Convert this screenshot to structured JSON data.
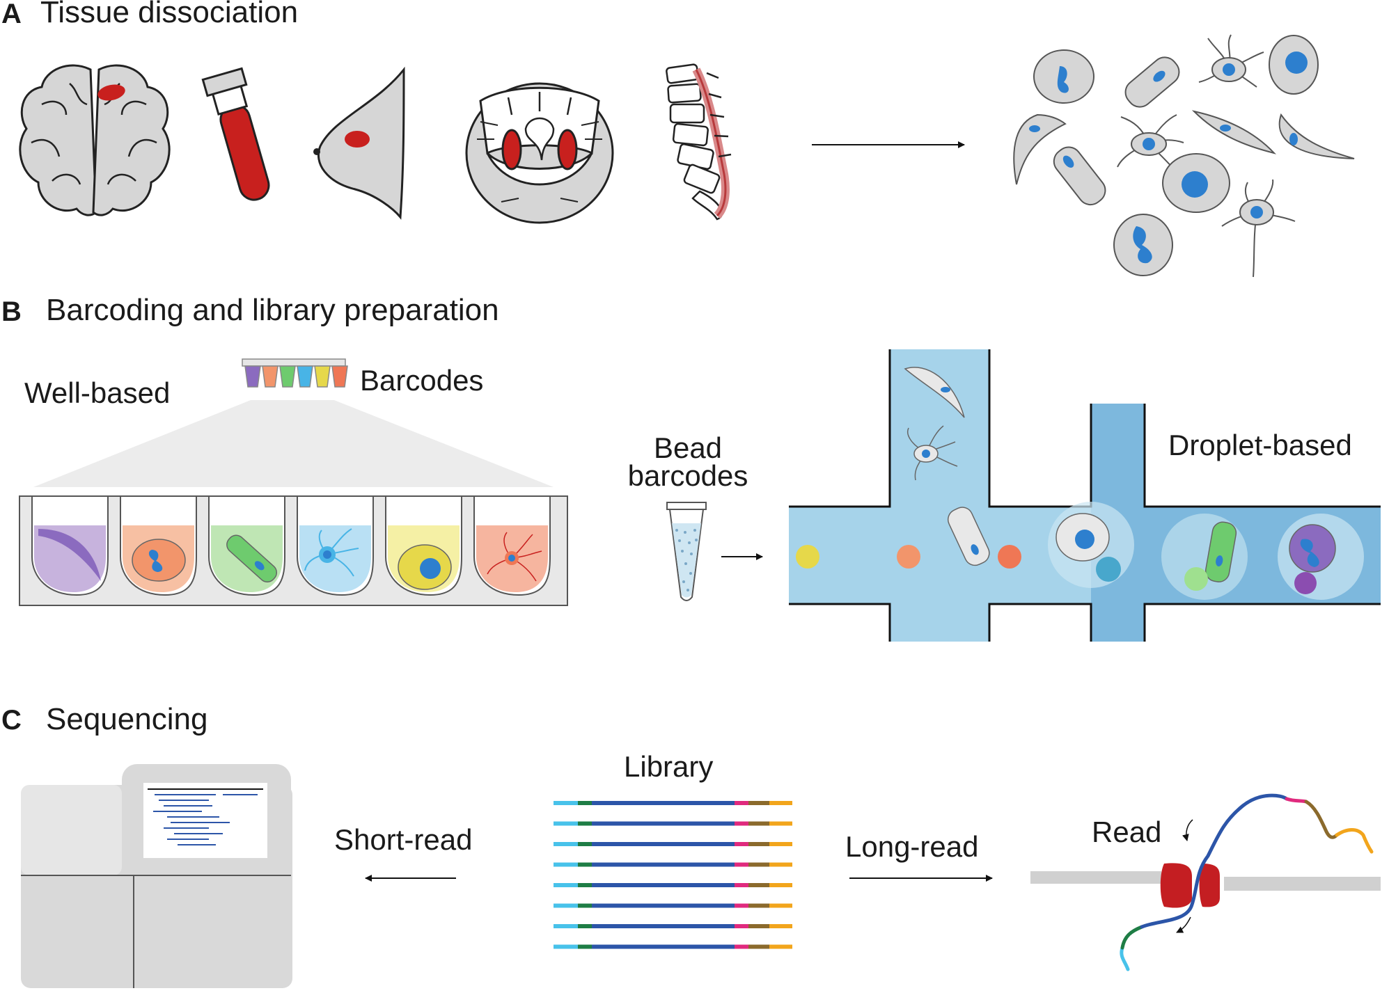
{
  "panels": {
    "a": {
      "letter": "A",
      "title": "Tissue dissociation"
    },
    "b": {
      "letter": "B",
      "title": "Barcoding and library preparation",
      "well_based": "Well-based",
      "barcodes": "Barcodes",
      "bead_barcodes_line1": "Bead",
      "bead_barcodes_line2": "barcodes",
      "droplet_based": "Droplet-based"
    },
    "c": {
      "letter": "C",
      "title": "Sequencing",
      "library": "Library",
      "short_read": "Short-read",
      "long_read": "Long-read",
      "read": "Read"
    }
  },
  "icons": {
    "tissues": [
      "brain-icon",
      "blood-tube-icon",
      "breast-icon",
      "mouth-tonsils-icon",
      "spine-icon"
    ],
    "sequencer": "sequencer-machine-icon",
    "nanopore": "nanopore-icon"
  },
  "colors": {
    "tissue_red": "#c8201e",
    "organ_gray": "#d6d6d6",
    "nucleus_blue": "#2d7fce",
    "channel_light": "#a6d3ea",
    "channel_dark": "#7db8dd",
    "library_blue": "#2c55a8",
    "library_cyan": "#48c2ea",
    "library_green": "#1e7d45",
    "library_magenta": "#e02a7e",
    "library_brown": "#8b6a2c",
    "library_orange": "#f2a51c",
    "pore_red": "#c41e22",
    "barcode_colors": [
      "#8b6bbf",
      "#f2956b",
      "#6ecb6e",
      "#48b4e6",
      "#e6d84a",
      "#ef7755"
    ],
    "well_colors": [
      "#c7b3dd",
      "#f7c0a3",
      "#bfe6b4",
      "#b9e0f4",
      "#f5f0a5",
      "#f6b59f"
    ]
  },
  "library": {
    "read_count": 8
  }
}
